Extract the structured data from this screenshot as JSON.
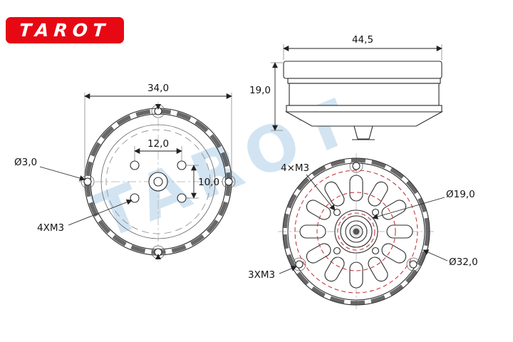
{
  "logo": {
    "text": "TAROT"
  },
  "watermark": {
    "text": "TAROT"
  },
  "top_view": {
    "dim_overall": "34,0",
    "dim_hole_spacing_h": "12,0",
    "dim_hole_spacing_v": "10,0",
    "hole_dia": "Ø3,0",
    "mount_label": "4XM3"
  },
  "side_view": {
    "dim_width": "44,5",
    "dim_height": "19,0"
  },
  "bottom_view": {
    "mount_top": "4×M3",
    "dia_inner": "Ø19,0",
    "dia_outer": "Ø32,0",
    "mount_bottom": "3XM3"
  },
  "colors": {
    "logo_red": "#e60914",
    "line": "#2b2b2b",
    "red_dash": "#c1272d",
    "watermark_blue": "#b5d3ea"
  }
}
